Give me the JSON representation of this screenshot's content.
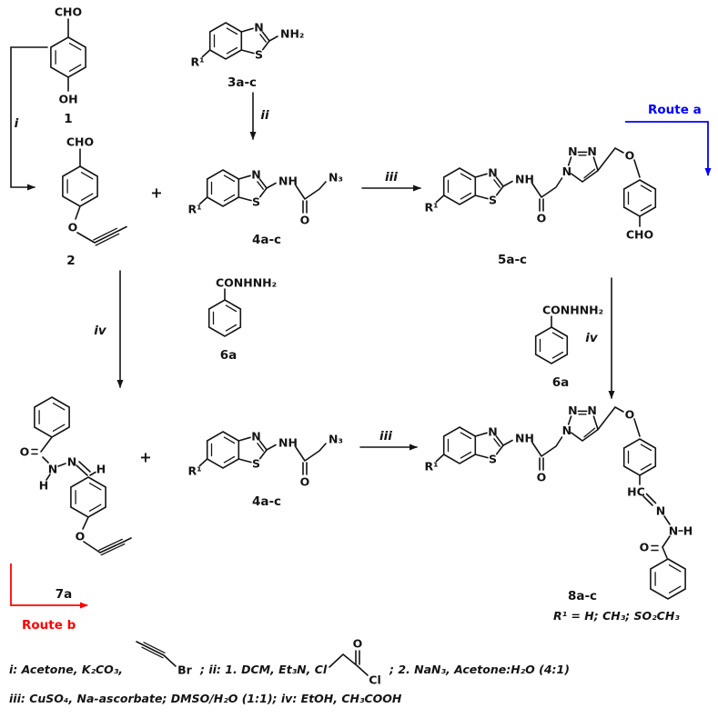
{
  "figure": {
    "type": "chemical-reaction-scheme",
    "compounds": {
      "c1": "1",
      "c2": "2",
      "c3": "3a-c",
      "c4": "4a-c",
      "c5": "5a-c",
      "c6": "6a",
      "c7": "7a",
      "c8": "8a-c"
    },
    "steps": {
      "i": "i",
      "ii": "ii",
      "iii": "iii",
      "iv": "iv"
    },
    "routes": {
      "a": "Route a",
      "b": "Route b",
      "a_color": "#0000FF",
      "b_color": "#FF0000"
    },
    "atoms": {
      "cho": "CHO",
      "oh": "OH",
      "nh2": "NH₂",
      "nh": "NH",
      "n": "N",
      "s": "S",
      "o": "O",
      "h": "H",
      "hc": "HC",
      "n3": "N₃",
      "r1": "R¹",
      "conhnh2": "CONHNH₂",
      "br": "Br",
      "cl": "Cl",
      "plus": "+"
    },
    "r1_note": "R¹ = H; CH₃; SO₂CH₃",
    "footnotes": {
      "line1_a": "i: Acetone, K₂CO₃,",
      "line1_b": "; ii: 1. DCM, Et₃N, Cl",
      "line1_c": "; 2. NaN₃, Acetone:H₂O (4:1)",
      "line2": "iii: CuSO₄, Na-ascorbate; DMSO/H₂O (1:1); iv: EtOH, CH₃COOH"
    }
  }
}
